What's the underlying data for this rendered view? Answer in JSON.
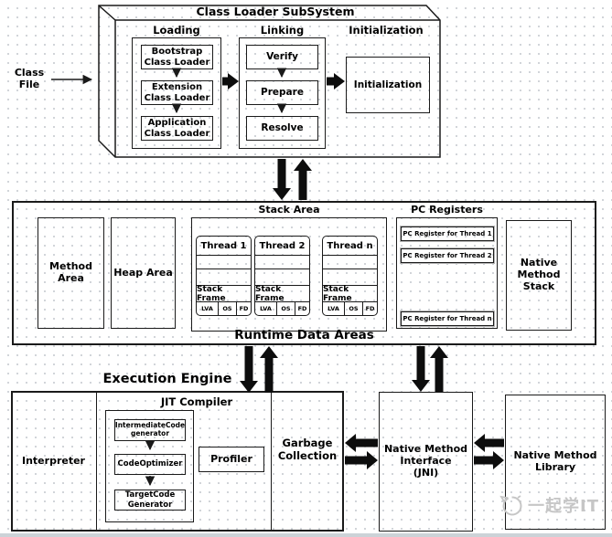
{
  "class_loader": {
    "title": "Class Loader SubSystem",
    "class_file": "Class\nFile",
    "loading": {
      "label": "Loading",
      "items": [
        "Bootstrap\nClass Loader",
        "Extension\nClass Loader",
        "Application\nClass Loader"
      ]
    },
    "linking": {
      "label": "Linking",
      "items": [
        "Verify",
        "Prepare",
        "Resolve"
      ]
    },
    "initialization": {
      "label": "Initialization",
      "box_label": "Initialization"
    }
  },
  "runtime": {
    "title": "Runtime Data Areas",
    "method_area": "Method\nArea",
    "heap_area": "Heap Area",
    "stack_area": {
      "label": "Stack Area",
      "threads": [
        {
          "name": "Thread 1"
        },
        {
          "name": "Thread 2"
        },
        {
          "name": "Thread n"
        }
      ],
      "stack_frame": "Stack Frame",
      "cells": [
        "LVA",
        "OS",
        "FD"
      ]
    },
    "pc_registers": {
      "label": "PC Registers",
      "items": [
        "PC Register for Thread 1",
        "PC Register for Thread 2",
        "PC Register for Thread n"
      ]
    },
    "native_method_stack": "Native\nMethod\nStack"
  },
  "execution": {
    "title": "Execution Engine",
    "interpreter": "Interpreter",
    "jit": {
      "label": "JIT Compiler",
      "steps": [
        "IntermediateCode\ngenerator",
        "CodeOptimizer",
        "TargetCode\nGenerator"
      ]
    },
    "profiler": "Profiler",
    "garbage_collection": "Garbage\nCollection"
  },
  "native": {
    "jni": "Native Method\nInterface\n(JNI)",
    "library": "Native Method\nLibrary"
  },
  "watermark": {
    "text": "一起学IT"
  },
  "colors": {
    "line": "#000000",
    "watermark_gray": "#c6c6c6",
    "dot_grid": "#c9cdd2",
    "bottom_strip": "#ccd3d8"
  }
}
